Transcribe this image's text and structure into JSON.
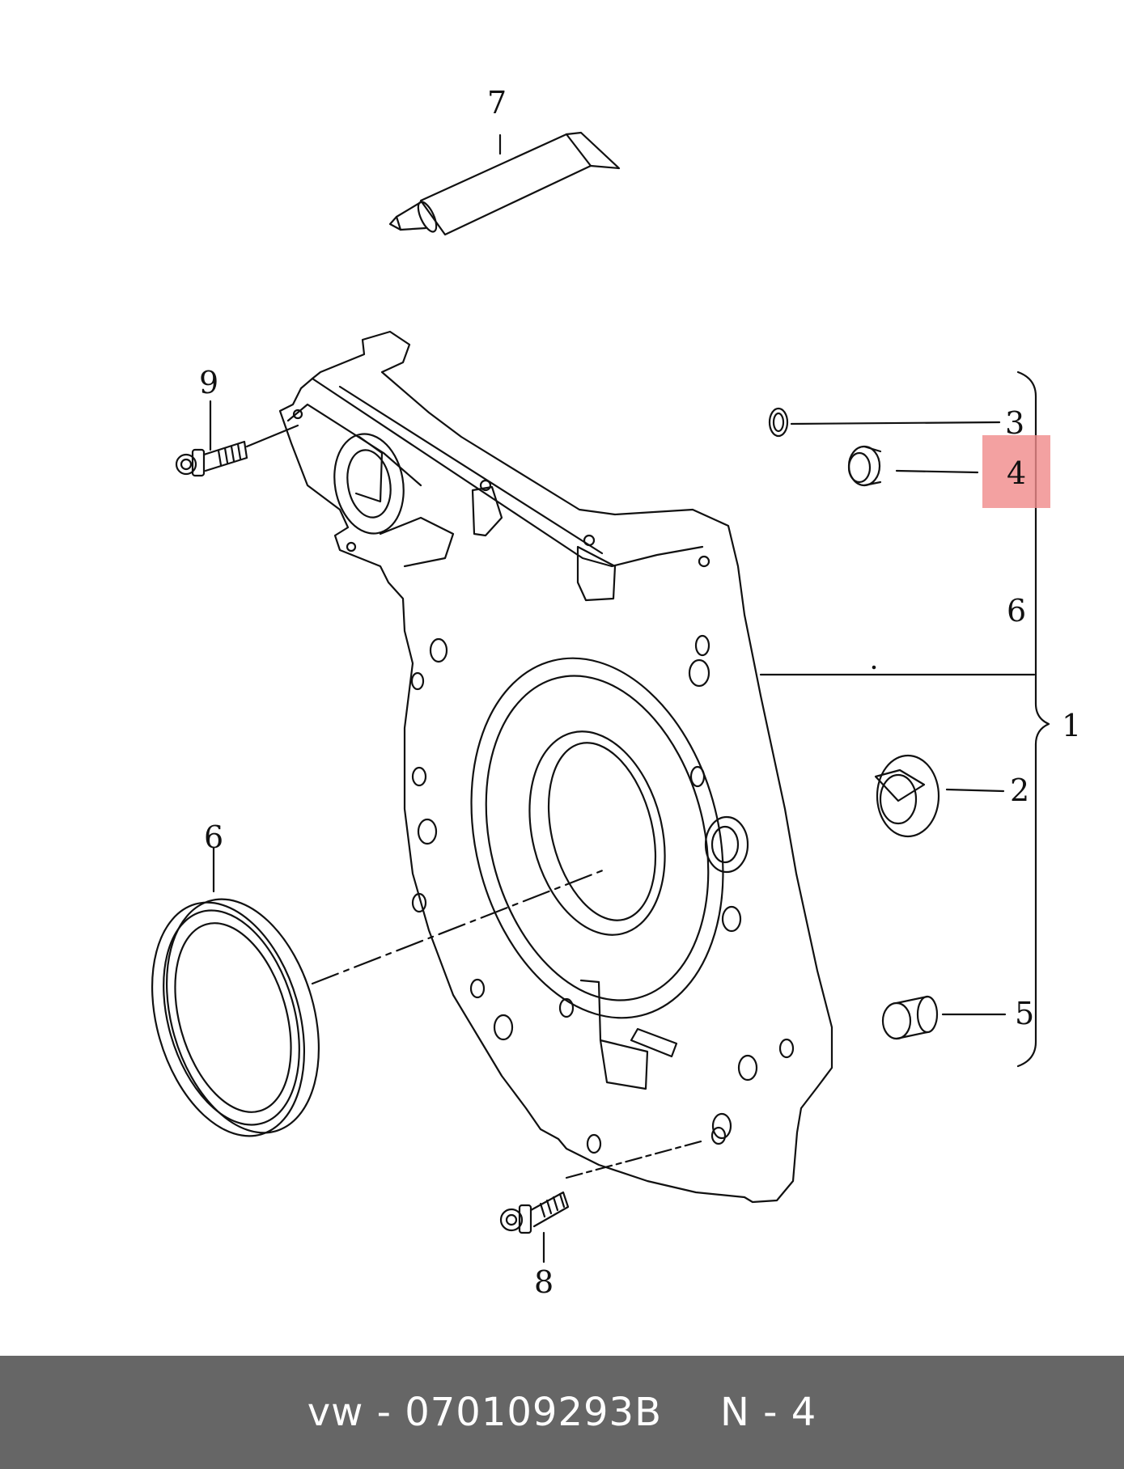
{
  "callouts": [
    "1",
    "2",
    "3",
    "4",
    "5",
    "6",
    "6",
    "7",
    "8",
    "9"
  ],
  "highlight": {
    "callout": "4",
    "color": "#f08a8a"
  },
  "footer": {
    "part_text": "vw - 070109293B",
    "ref_text": "N - 4"
  },
  "colors": {
    "footer_bg": "#666666",
    "footer_text": "#ffffff",
    "ink": "#111111"
  }
}
